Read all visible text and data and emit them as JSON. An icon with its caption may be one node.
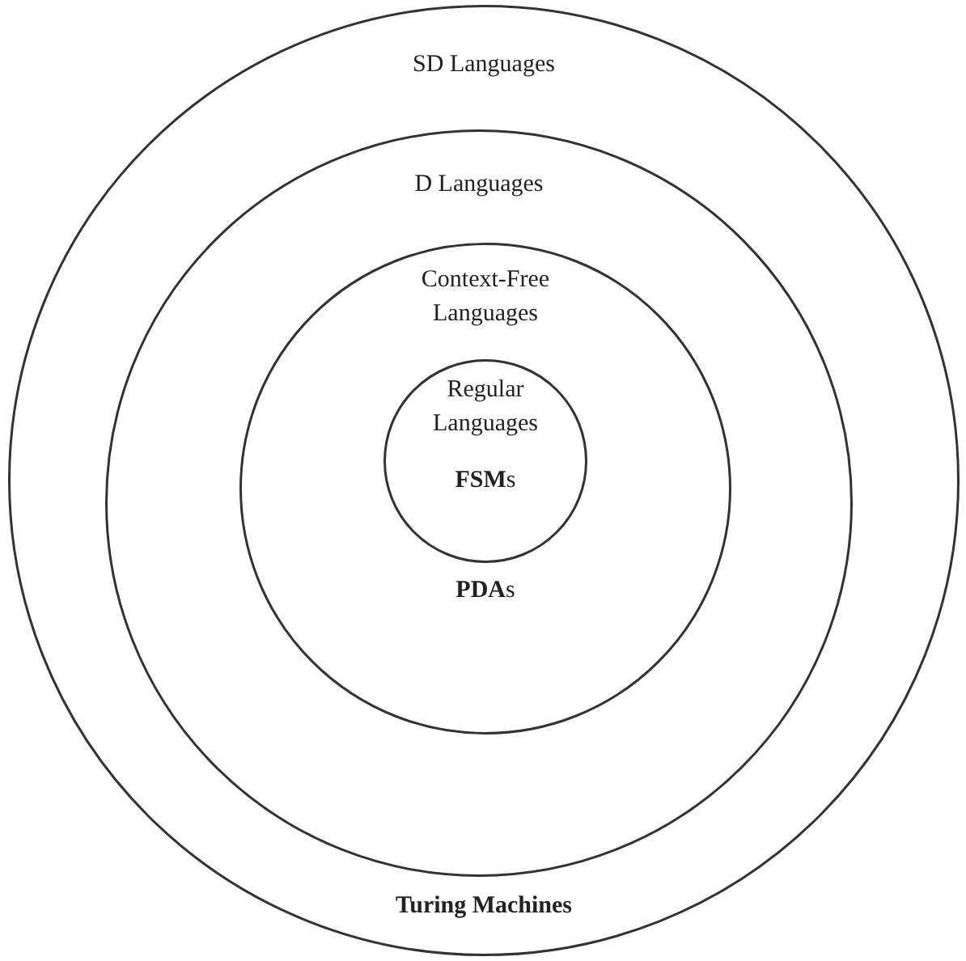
{
  "diagram": {
    "nodes": [
      {
        "text": [
          "SD Languages",
          "Turing Machines"
        ]
      },
      {
        "text": [
          "D Languages"
        ],
        "in": 0
      },
      {
        "text": [
          "Context-Free Languages",
          "**PDA**s"
        ],
        "in": 1
      },
      {
        "text": [
          "Regular Languages",
          "**FSM**s"
        ],
        "in": 2
      }
    ],
    "edges": []
  }
}
